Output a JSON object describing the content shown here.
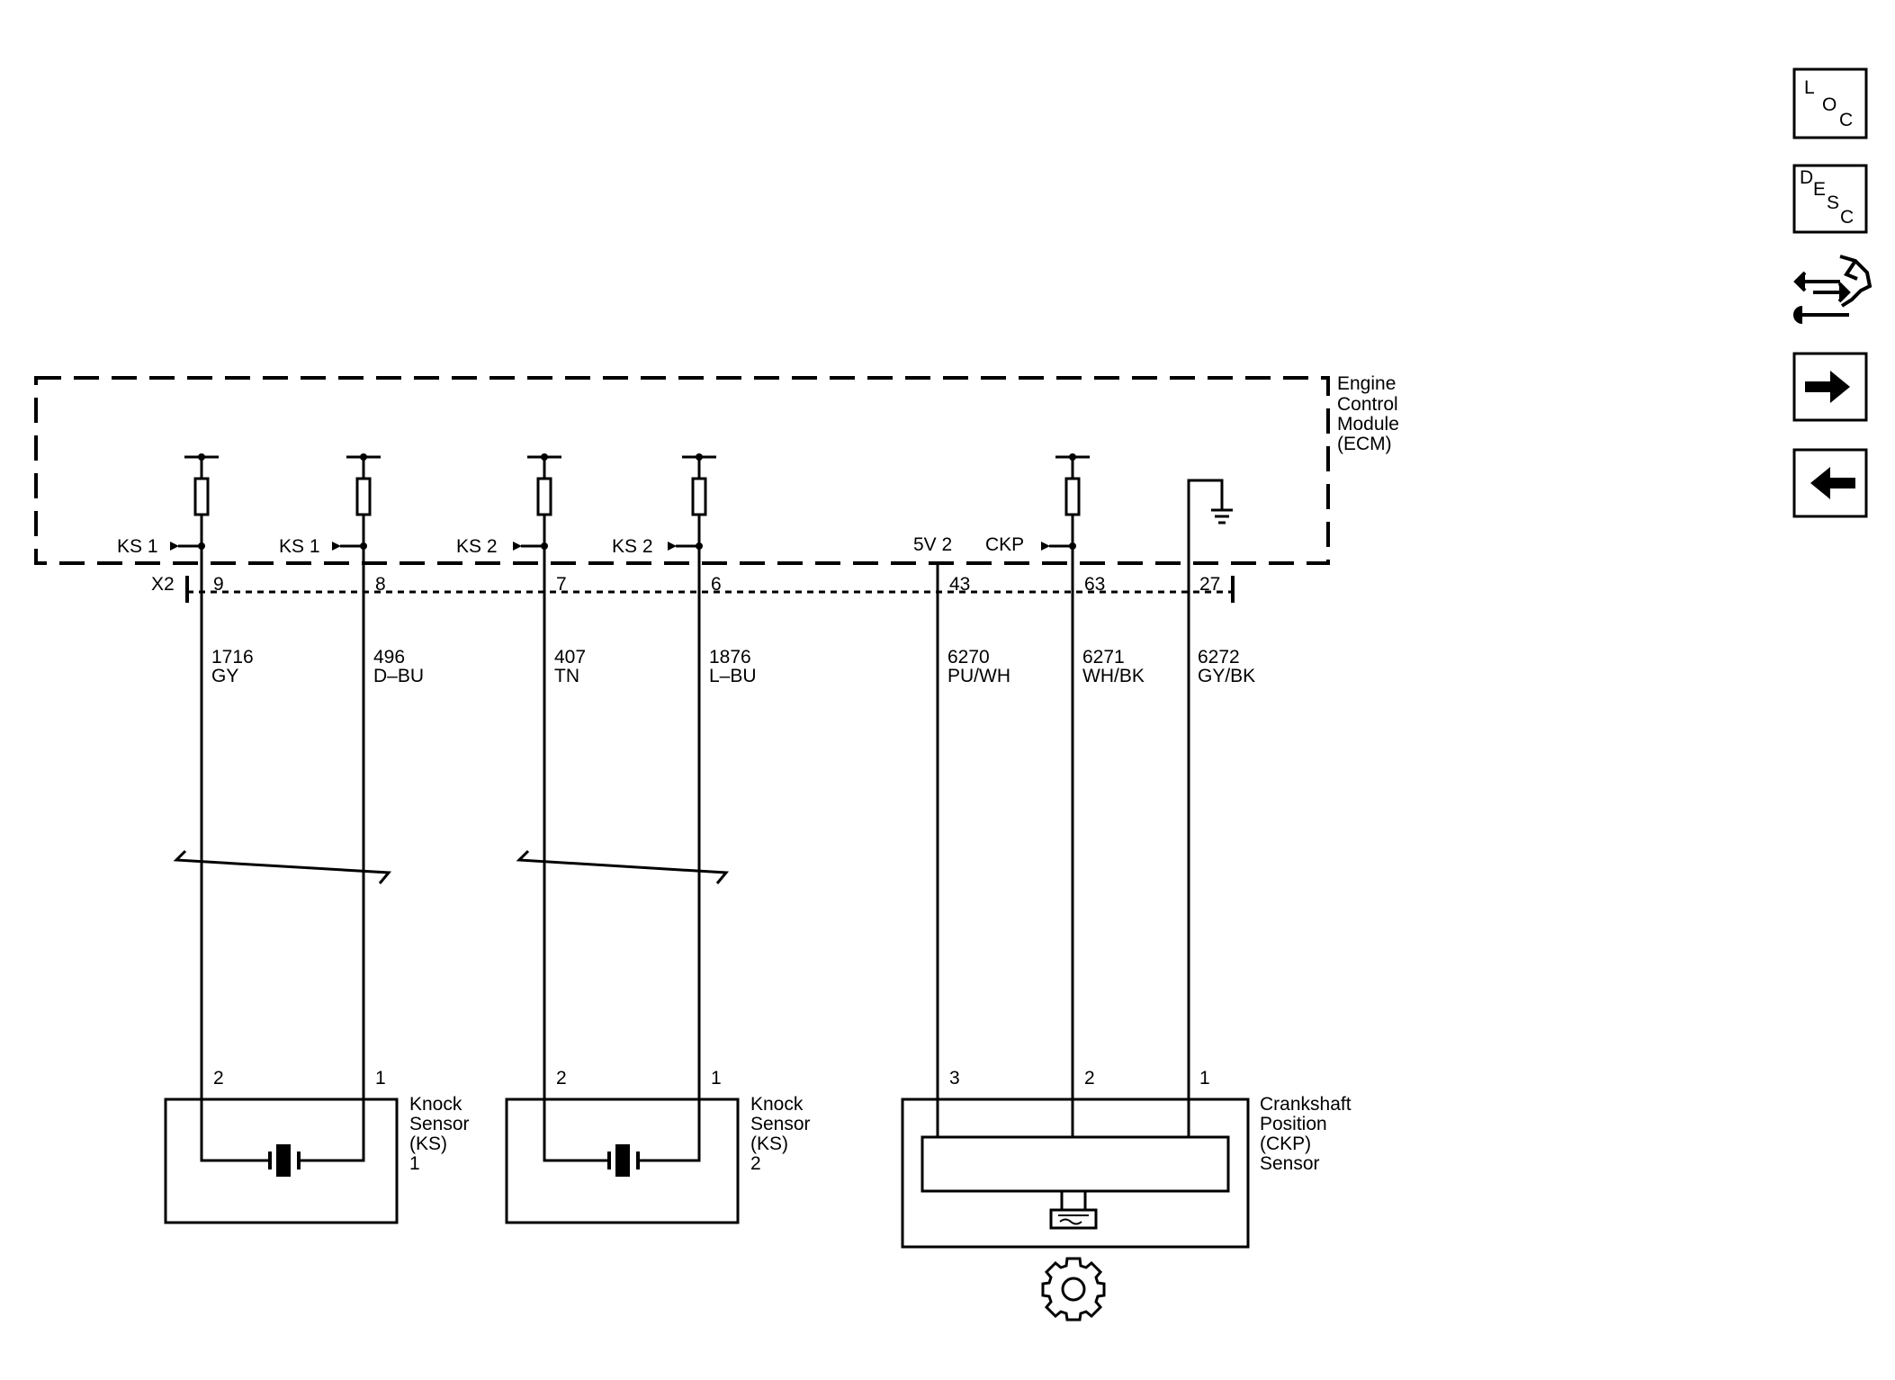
{
  "ecm": {
    "title_lines": [
      "Engine",
      "Control",
      "Module",
      "(ECM)"
    ],
    "connector": "X2"
  },
  "circuits": [
    {
      "signal": "KS 1",
      "pin": "9",
      "wire_number": "1716",
      "wire_color": "GY",
      "sensor_pin": "2"
    },
    {
      "signal": "KS 1",
      "pin": "8",
      "wire_number": "496",
      "wire_color": "D–BU",
      "sensor_pin": "1"
    },
    {
      "signal": "KS 2",
      "pin": "7",
      "wire_number": "407",
      "wire_color": "TN",
      "sensor_pin": "2"
    },
    {
      "signal": "KS 2",
      "pin": "6",
      "wire_number": "1876",
      "wire_color": "L–BU",
      "sensor_pin": "1"
    },
    {
      "signal": "5V 2",
      "pin": "43",
      "wire_number": "6270",
      "wire_color": "PU/WH",
      "sensor_pin": "3"
    },
    {
      "signal": "CKP",
      "pin": "63",
      "wire_number": "6271",
      "wire_color": "WH/BK",
      "sensor_pin": "2"
    },
    {
      "signal": "",
      "pin": "27",
      "wire_number": "6272",
      "wire_color": "GY/BK",
      "sensor_pin": "1"
    }
  ],
  "components": {
    "knock_sensor_1": {
      "lines": [
        "Knock",
        "Sensor",
        "(KS)",
        "1"
      ]
    },
    "knock_sensor_2": {
      "lines": [
        "Knock",
        "Sensor",
        "(KS)",
        "2"
      ]
    },
    "ckp_sensor": {
      "lines": [
        "Crankshaft",
        "Position",
        "(CKP)",
        "Sensor"
      ]
    }
  },
  "nav": {
    "loc": {
      "letters": [
        "L",
        "O",
        "C"
      ],
      "icon": "location-icon"
    },
    "desc": {
      "letters": [
        "D",
        "E",
        "S",
        "C"
      ],
      "icon": "description-icon"
    },
    "connector_icon": "connector-hand-icon",
    "next_icon": "arrow-right-icon",
    "prev_icon": "arrow-left-icon"
  }
}
